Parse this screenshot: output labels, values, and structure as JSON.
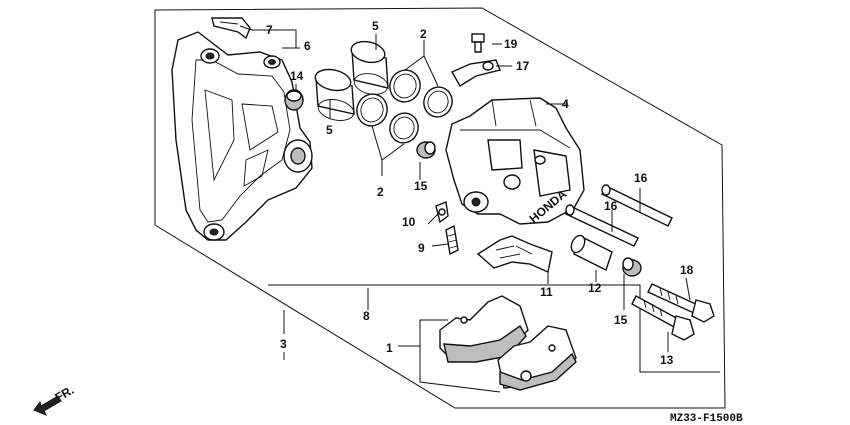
{
  "diagram": {
    "callouts": [
      {
        "id": "c1",
        "text": "1"
      },
      {
        "id": "c2a",
        "text": "2"
      },
      {
        "id": "c2b",
        "text": "2"
      },
      {
        "id": "c3",
        "text": "3"
      },
      {
        "id": "c4",
        "text": "4"
      },
      {
        "id": "c5a",
        "text": "5"
      },
      {
        "id": "c5b",
        "text": "5"
      },
      {
        "id": "c6",
        "text": "6"
      },
      {
        "id": "c7",
        "text": "7"
      },
      {
        "id": "c8",
        "text": "8"
      },
      {
        "id": "c9",
        "text": "9"
      },
      {
        "id": "c10",
        "text": "10"
      },
      {
        "id": "c11",
        "text": "11"
      },
      {
        "id": "c12",
        "text": "12"
      },
      {
        "id": "c13",
        "text": "13"
      },
      {
        "id": "c14",
        "text": "14"
      },
      {
        "id": "c15a",
        "text": "15"
      },
      {
        "id": "c15b",
        "text": "15"
      },
      {
        "id": "c16a",
        "text": "16"
      },
      {
        "id": "c16b",
        "text": "16"
      },
      {
        "id": "c17",
        "text": "17"
      },
      {
        "id": "c18",
        "text": "18"
      },
      {
        "id": "c19",
        "text": "19"
      }
    ],
    "front_arrow_label": "FR.",
    "drawing_code": "MZ33-F1500B",
    "caliper_logo": "HONDA"
  }
}
